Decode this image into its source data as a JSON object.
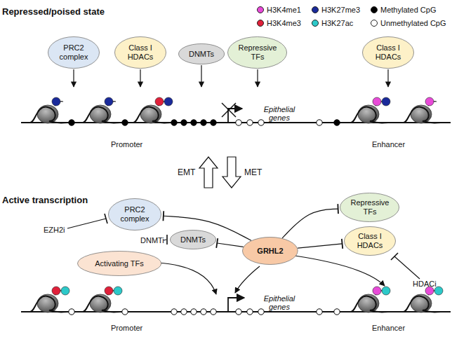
{
  "diagram": {
    "nodes": [
      {
        "text": [
          "PRC2 complex"
        ]
      },
      {
        "text": [
          "Class I HDACs"
        ]
      },
      {
        "text": [
          "DNMTs"
        ]
      },
      {
        "text": [
          "Repressive TFs"
        ]
      },
      {
        "text": [
          "Class I HDACs"
        ]
      },
      {
        "text": [
          "PRC2 complex"
        ]
      },
      {
        "text": [
          "Repressive TFs"
        ]
      },
      {
        "text": [
          "Class I HDACs"
        ]
      },
      {
        "text": [
          "DNMTs"
        ]
      },
      {
        "text": [
          "GRHL2"
        ]
      },
      {
        "text": [
          "Activating TFs"
        ]
      }
    ],
    "edges": [
      {
        "from": 9,
        "to": 5,
        "arrow": "to"
      },
      {
        "from": 9,
        "to": 8,
        "arrow": "to"
      },
      {
        "from": 9,
        "to": 6,
        "arrow": "to"
      },
      {
        "from": 9,
        "to": 7,
        "arrow": "to"
      }
    ],
    "labels": [
      "Repressed/poised state",
      "Epithelial genes",
      "Promoter",
      "Enhancer",
      "EMT",
      "MET",
      "Active transcription",
      "EZH2i",
      "DNMTi",
      "HDACi",
      "Epithelial genes",
      "Promoter",
      "Enhancer"
    ],
    "legend": [
      {
        "text": "H3K4me1",
        "color": "#e84ad8"
      },
      {
        "text": "H3K4me3",
        "color": "#e0203a"
      },
      {
        "text": "H3K27me3",
        "color": "#1a2a9a"
      },
      {
        "text": "H3K27ac",
        "color": "#2cc9c9"
      },
      {
        "text": "Methylated CpG",
        "color": "#000000"
      },
      {
        "text": "Unmethylated CpG",
        "color": "#ffffff"
      }
    ]
  }
}
